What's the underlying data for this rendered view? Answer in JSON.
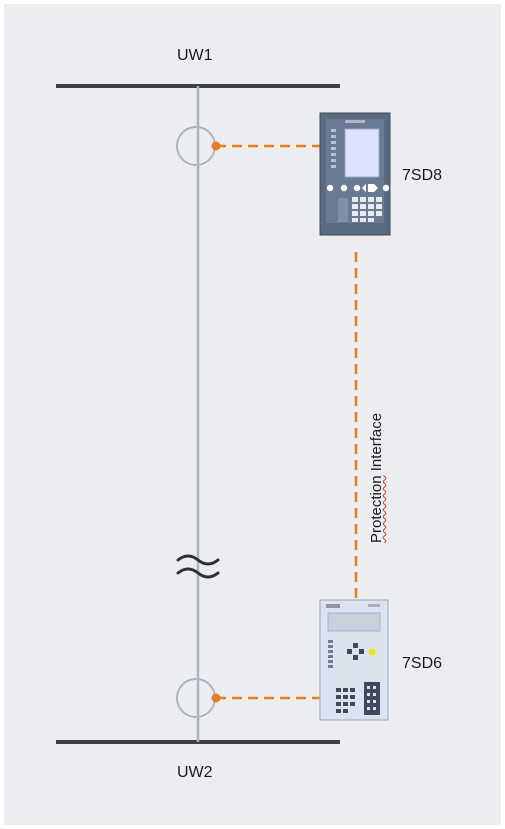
{
  "substations": {
    "top_label": "UW1",
    "bottom_label": "UW2"
  },
  "devices": {
    "top_device": "7SD8",
    "bottom_device": "7SD6"
  },
  "link": {
    "label_word1": "Protection",
    "label_word2": " Interface"
  },
  "colors": {
    "background": "#ebedf0",
    "busbar": "#3d4147",
    "line": "#a9b4bf",
    "dashed_link": "#e87e22",
    "device_dark": "#5a6a80",
    "device_light": "#dde3ee",
    "led_yellow": "#f2e21c"
  }
}
